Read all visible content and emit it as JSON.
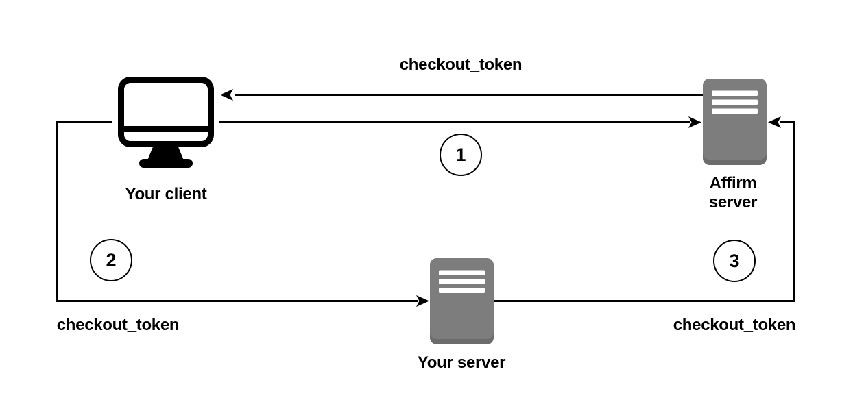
{
  "nodes": {
    "client": {
      "label": "Your client"
    },
    "affirm": {
      "line1": "Affirm",
      "line2": "server"
    },
    "server": {
      "label": "Your server"
    }
  },
  "edge_labels": {
    "top": "checkout_token",
    "bottom_left": "checkout_token",
    "bottom_right": "checkout_token"
  },
  "badges": [
    {
      "number": "1"
    },
    {
      "number": "2"
    },
    {
      "number": "3"
    }
  ],
  "colors": {
    "background": "#ffffff",
    "line": "#000000",
    "text": "#000000",
    "monitor": "#000000",
    "server_body": "#7d7d7d",
    "server_base": "#6c6c6c",
    "server_stripe": "#ffffff",
    "badge_fill": "#ffffff",
    "badge_border": "#000000"
  }
}
